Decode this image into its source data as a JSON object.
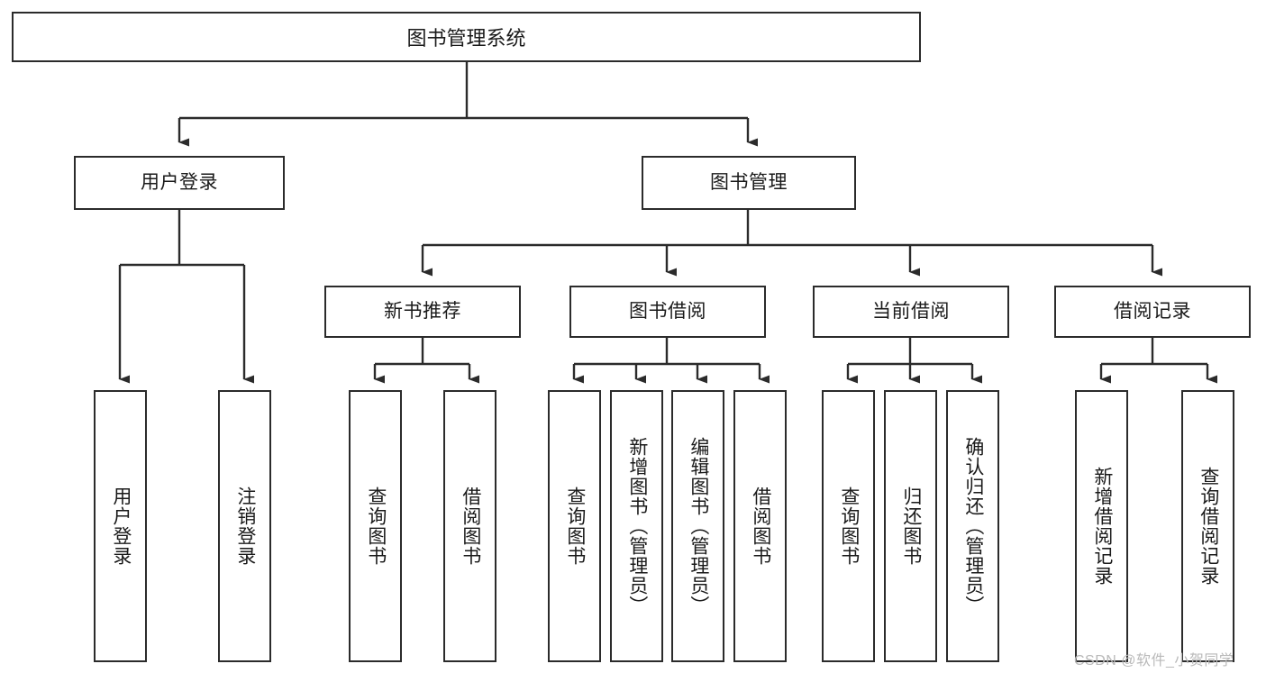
{
  "diagram": {
    "title": "图书管理系统",
    "root": {
      "label": "图书管理系统"
    },
    "level2": [
      {
        "label": "用户登录"
      },
      {
        "label": "图书管理"
      }
    ],
    "level3": [
      {
        "label": "新书推荐"
      },
      {
        "label": "图书借阅"
      },
      {
        "label": "当前借阅"
      },
      {
        "label": "借阅记录"
      }
    ],
    "leaves": [
      {
        "label": "用户登录",
        "parent": "用户登录"
      },
      {
        "label": "注销登录",
        "parent": "用户登录"
      },
      {
        "label": "查询图书",
        "parent": "新书推荐"
      },
      {
        "label": "借阅图书",
        "parent": "新书推荐"
      },
      {
        "label": "查询图书",
        "parent": "图书借阅"
      },
      {
        "label": "新增图书（管理员）",
        "parent": "图书借阅"
      },
      {
        "label": "编辑图书（管理员）",
        "parent": "图书借阅"
      },
      {
        "label": "借阅图书",
        "parent": "图书借阅"
      },
      {
        "label": "查询图书",
        "parent": "当前借阅"
      },
      {
        "label": "归还图书",
        "parent": "当前借阅"
      },
      {
        "label": "确认归还（管理员）",
        "parent": "当前借阅"
      },
      {
        "label": "新增借阅记录",
        "parent": "借阅记录"
      },
      {
        "label": "查询借阅记录",
        "parent": "借阅记录"
      }
    ]
  },
  "watermark": {
    "text": "CSDN @软件_小贺同学"
  },
  "colors": {
    "stroke": "#2b2b2b",
    "background": "#ffffff",
    "text": "#1a1a1a",
    "watermark": "#b9b9b9"
  }
}
